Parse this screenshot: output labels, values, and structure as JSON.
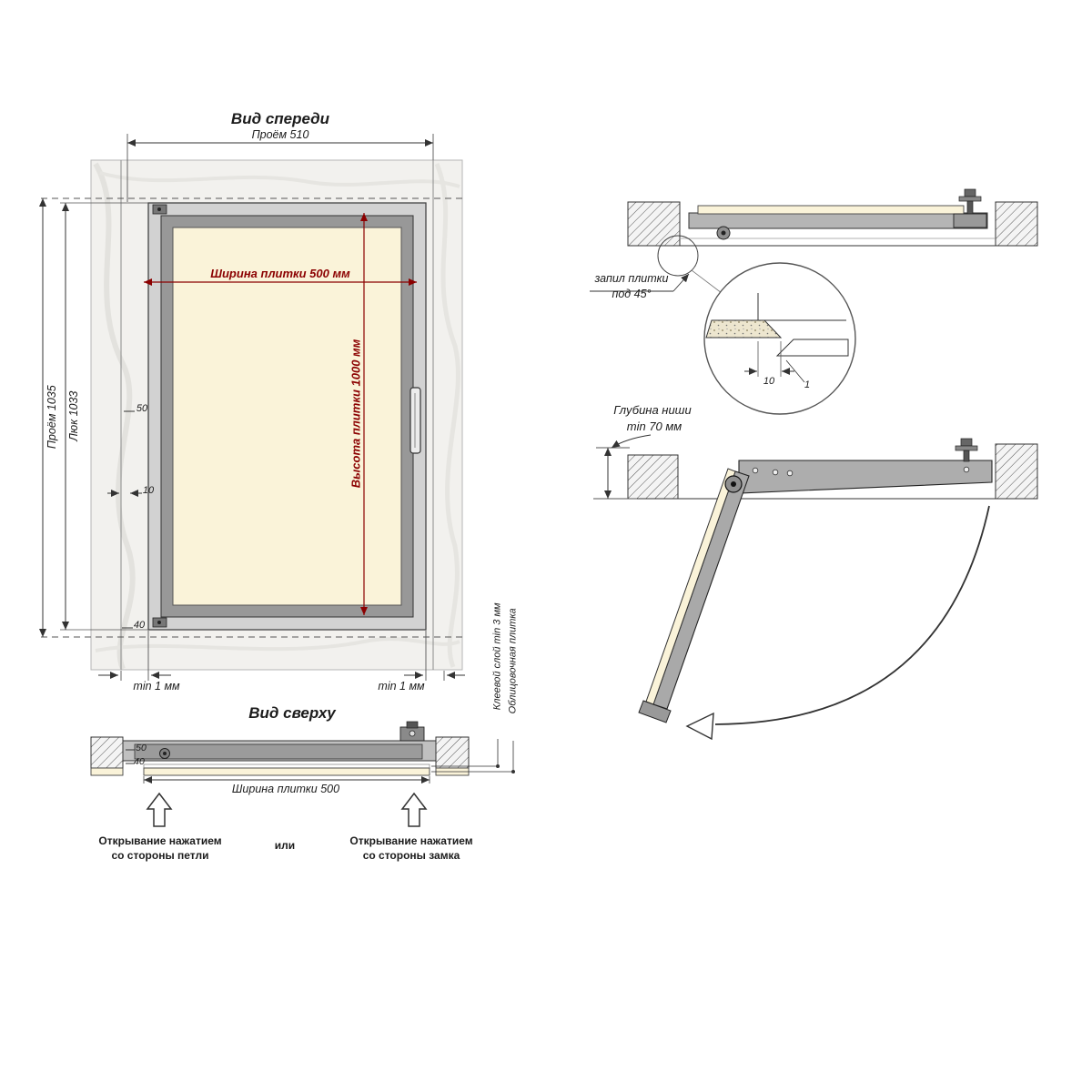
{
  "front_view": {
    "title": "Вид спереди",
    "dim_opening_width": "Проём 510",
    "dim_opening_height": "Проём 1035",
    "dim_hatch_height": "Люк 1033",
    "dim_tile_width": "Ширина плитки 500 мм",
    "dim_tile_height": "Высота плитки 1000 мм",
    "dim_frame_offset": "50",
    "dim_gap_10": "10",
    "dim_bottom_40": "40",
    "dim_min_gap_left": "min 1 мм",
    "dim_min_gap_right": "min 1 мм"
  },
  "top_view": {
    "title": "Вид сверху",
    "dim_frame_50": "50",
    "dim_frame_40": "40",
    "dim_tile_width": "Ширина плитки 500",
    "label_adhesive_layer": "Клеевой слой min 3 мм",
    "label_facing_tile": "Облицовочная плитка",
    "open_hinge_line1": "Открывание нажатием",
    "open_hinge_line2": "со стороны петли",
    "or_label": "или",
    "open_lock_line1": "Открывание нажатием",
    "open_lock_line2": "со стороны замка"
  },
  "section_view": {
    "tile_cut_line1": "запил плитки",
    "tile_cut_line2": "под 45°",
    "detail_dim_depth": "10",
    "detail_dim_gap": "1"
  },
  "open_view": {
    "niche_depth_line1": "Глубина ниши",
    "niche_depth_line2": "min 70 мм"
  },
  "colors": {
    "dimension_red": "#8B0000",
    "tile_fill": "#FAF3D9",
    "frame_gray": "#9B9B9B",
    "wall_fill": "#F2F1EE"
  }
}
